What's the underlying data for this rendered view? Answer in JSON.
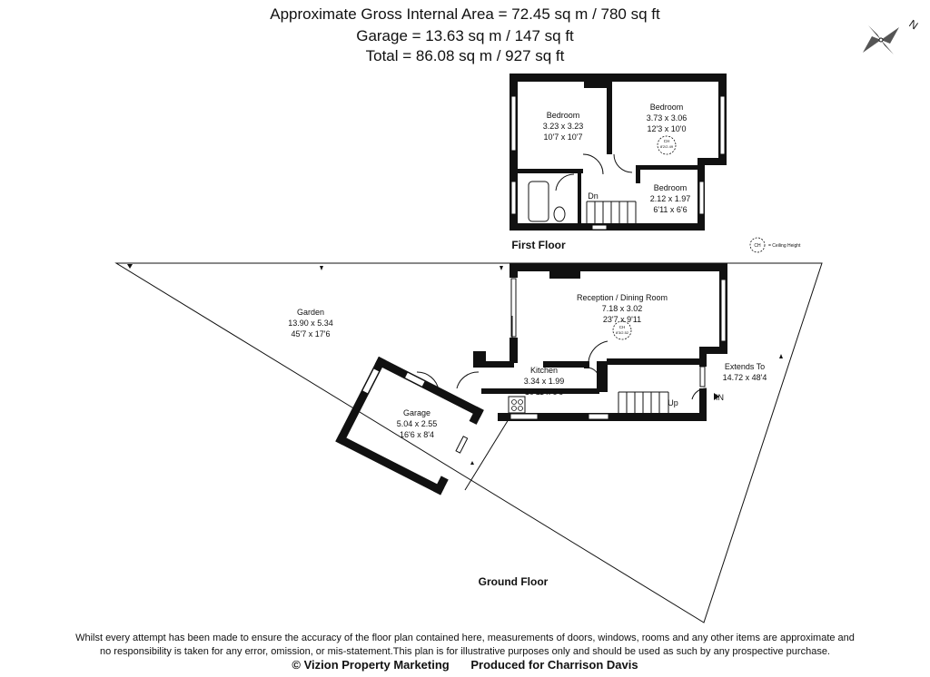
{
  "header": {
    "line1": "Approximate Gross Internal Area = 72.45 sq m / 780 sq ft",
    "line2": "Garage = 13.63 sq m / 147 sq ft",
    "line3": "Total = 86.08 sq m / 927 sq ft"
  },
  "compass": {
    "label": "N"
  },
  "first_floor": {
    "title": "First Floor",
    "bedroom1": {
      "name": "Bedroom",
      "metric": "3.23 x 3.23",
      "imperial": "10'7 x 10'7"
    },
    "bedroom2": {
      "name": "Bedroom",
      "metric": "3.73 x 3.06",
      "imperial": "12'3 x 10'0",
      "ceiling": "8'2/2.49"
    },
    "bedroom3": {
      "name": "Bedroom",
      "metric": "2.12 x 1.97",
      "imperial": "6'11 x 6'6"
    },
    "stairs_label": "Dn"
  },
  "legend": {
    "symbol": "CH",
    "text": "= Ceiling Height"
  },
  "ground_floor": {
    "title": "Ground Floor",
    "garden": {
      "name": "Garden",
      "metric": "13.90 x 5.34",
      "imperial": "45'7 x 17'6"
    },
    "reception": {
      "name": "Reception / Dining Room",
      "metric": "7.18 x 3.02",
      "imperial": "23'7 x 9'11",
      "ceiling": "8'3/2.52"
    },
    "kitchen": {
      "name": "Kitchen",
      "metric": "3.34 x 1.99",
      "imperial": "10'11 x 6'6"
    },
    "garage": {
      "name": "Garage",
      "metric": "5.04 x 2.55",
      "imperial": "16'6 x 8'4"
    },
    "extends": {
      "name": "Extends To",
      "value": "14.72 x 48'4"
    },
    "stairs_label": "Up",
    "entrance_label": "IN"
  },
  "footer": {
    "disclaimer1": "Whilst every attempt has been made to ensure the accuracy of the floor plan contained here, measurements of doors, windows, rooms and any other items are approximate and",
    "disclaimer2": "no responsibility is taken for any error, omission, or mis-statement.This plan is for illustrative purposes only and should be used as such by any prospective purchase.",
    "copyright": "© Vizion Property Marketing",
    "produced_for": "Produced for Charrison Davis"
  }
}
